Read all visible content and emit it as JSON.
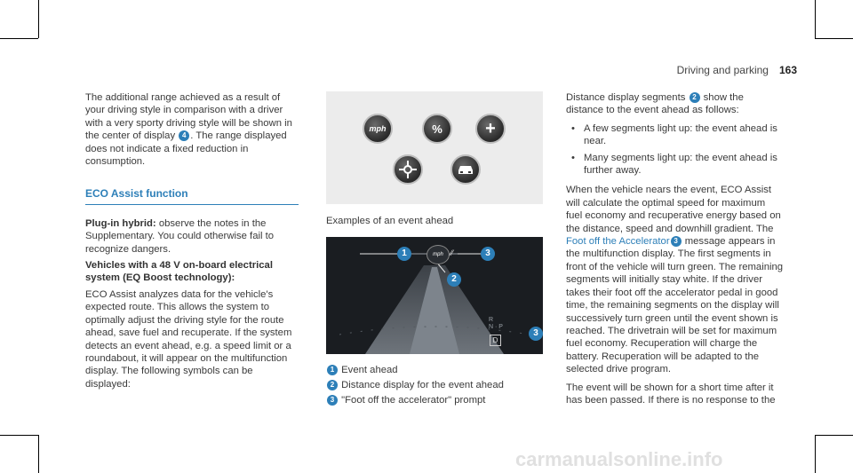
{
  "header": {
    "section": "Driving and parking",
    "page": "163"
  },
  "left": {
    "intro": [
      "The additional range achieved as a result of your driving style in comparison with a driver with a very sporty driving style will be shown in the center of display ",
      "4",
      ". The range displayed does not indicate a fixed reduction in consumption."
    ],
    "heading": "ECO Assist function",
    "hybrid_label": "Plug-in hybrid:",
    "hybrid_text": " observe the notes in the Supplementary. You could otherwise fail to recognize dangers.",
    "veh48_label": "Vehicles with a 48 V on-board electrical system (EQ Boost technology):",
    "body": "ECO Assist analyzes data for the vehicle's expected route. This allows the system to optimally adjust the driving style for the route ahead, save fuel and recuperate. If the system detects an event ahead, e.g. a speed limit or a roundabout, it will appear on the multifunction display. The following symbols can be displayed:"
  },
  "figure": {
    "symbols": [
      "mph",
      "%",
      "+",
      "roundabout",
      "car"
    ],
    "caption": "Examples of an event ahead",
    "callouts": [
      "1",
      "2",
      "3"
    ],
    "display_text": {
      "mph": "mph",
      "gear": "D",
      "gears_small": "R\nN · P"
    },
    "legend": [
      {
        "n": "1",
        "text": "Event ahead"
      },
      {
        "n": "2",
        "text": "Distance display for the event ahead"
      },
      {
        "n": "3",
        "text": "\"Foot off the accelerator\" prompt"
      }
    ]
  },
  "right": {
    "p1_a": "Distance display segments ",
    "p1_n": "2",
    "p1_b": " show the distance to the event ahead as follows:",
    "bullets": [
      "A few segments light up: the event ahead is near.",
      "Many segments light up: the event ahead is further away."
    ],
    "p2_a": "When the vehicle nears the event, ECO Assist will calculate the optimal speed for maximum fuel economy and recuperative energy based on the distance, speed and downhill gradient. The ",
    "p2_link": "Foot off the Accelerator",
    "p2_n": "3",
    "p2_b": " message appears in the multifunction display. The first segments in front of the vehicle will turn green. The remaining segments will initially stay white. If the driver takes their foot off the accelerator pedal in good time, the remaining segments on the display will successively turn green until the event shown is reached. The drivetrain will be set for maximum fuel economy. Recuperation will charge the battery. Recuperation will be adapted to the selected drive program.",
    "p3": "The event will be shown for a short time after it has been passed. If there is no response to the"
  },
  "watermark": "carmanualsonline.info"
}
